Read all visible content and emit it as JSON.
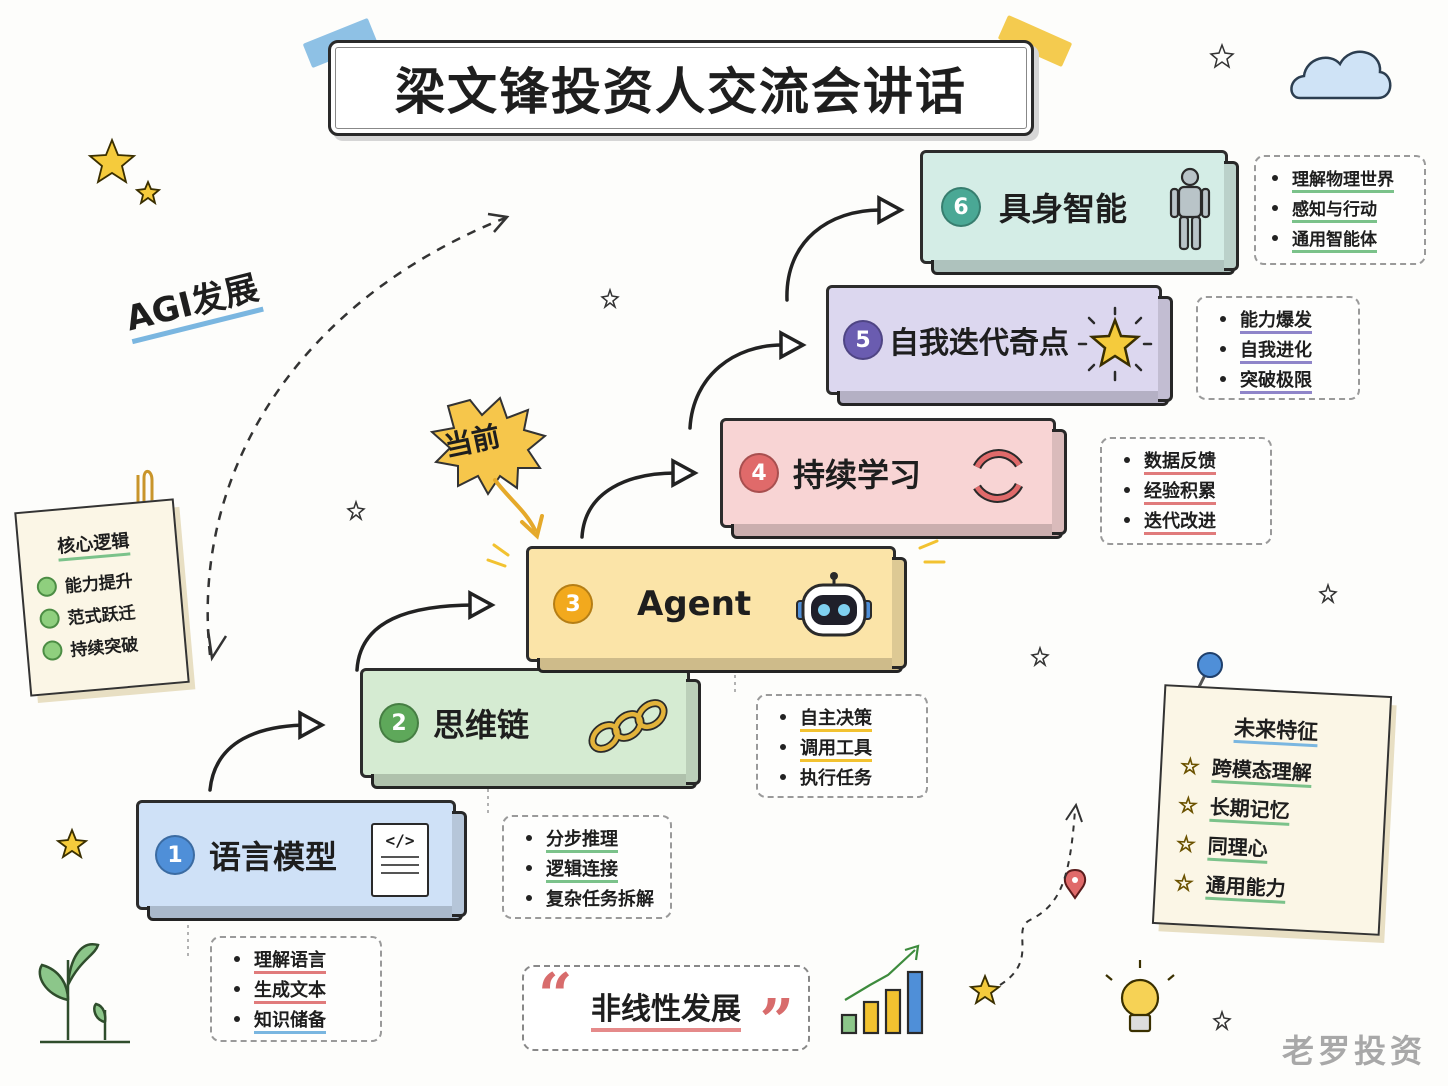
{
  "title": "梁文锋投资人交流会讲话",
  "agi_label": "AGI发展",
  "current_label": "当前",
  "steps": [
    {
      "num": "1",
      "label": "语言模型",
      "icon": "document-code-icon",
      "color": "#cfe1f7",
      "num_color": "#4f8fd8",
      "bullets": [
        "理解语言",
        "生成文本",
        "知识储备"
      ],
      "underline": "#e07b7b"
    },
    {
      "num": "2",
      "label": "思维链",
      "icon": "chain-link-icon",
      "color": "#d5ebd2",
      "num_color": "#5ea85a",
      "bullets": [
        "分步推理",
        "逻辑连接",
        "复杂任务拆解"
      ],
      "underline": "#7bc28a"
    },
    {
      "num": "3",
      "label": "Agent",
      "icon": "robot-icon",
      "color": "#fbe4a8",
      "num_color": "#f2a91d",
      "bullets": [
        "自主决策",
        "调用工具",
        "执行任务"
      ],
      "underline": "#f2c230"
    },
    {
      "num": "4",
      "label": "持续学习",
      "icon": "refresh-cycle-icon",
      "color": "#f8d4d4",
      "num_color": "#e06a6a",
      "bullets": [
        "数据反馈",
        "经验积累",
        "迭代改进"
      ],
      "underline": "#e07b7b"
    },
    {
      "num": "5",
      "label": "自我迭代奇点",
      "icon": "star-burst-icon",
      "color": "#dcd7ef",
      "num_color": "#6a5cb0",
      "bullets": [
        "能力爆发",
        "自我进化",
        "突破极限"
      ],
      "underline": "#8f85c9"
    },
    {
      "num": "6",
      "label": "具身智能",
      "icon": "humanoid-icon",
      "color": "#d4ede6",
      "num_color": "#4aa895",
      "bullets": [
        "理解物理世界",
        "感知与行动",
        "通用智能体"
      ],
      "underline": "#7bc28a"
    }
  ],
  "core_logic": {
    "title": "核心逻辑",
    "items": [
      "能力提升",
      "范式跃迁",
      "持续突破"
    ]
  },
  "future": {
    "title": "未来特征",
    "items": [
      "跨模态理解",
      "长期记忆",
      "同理心",
      "通用能力"
    ]
  },
  "quote": "非线性发展",
  "watermark": "老罗投资"
}
